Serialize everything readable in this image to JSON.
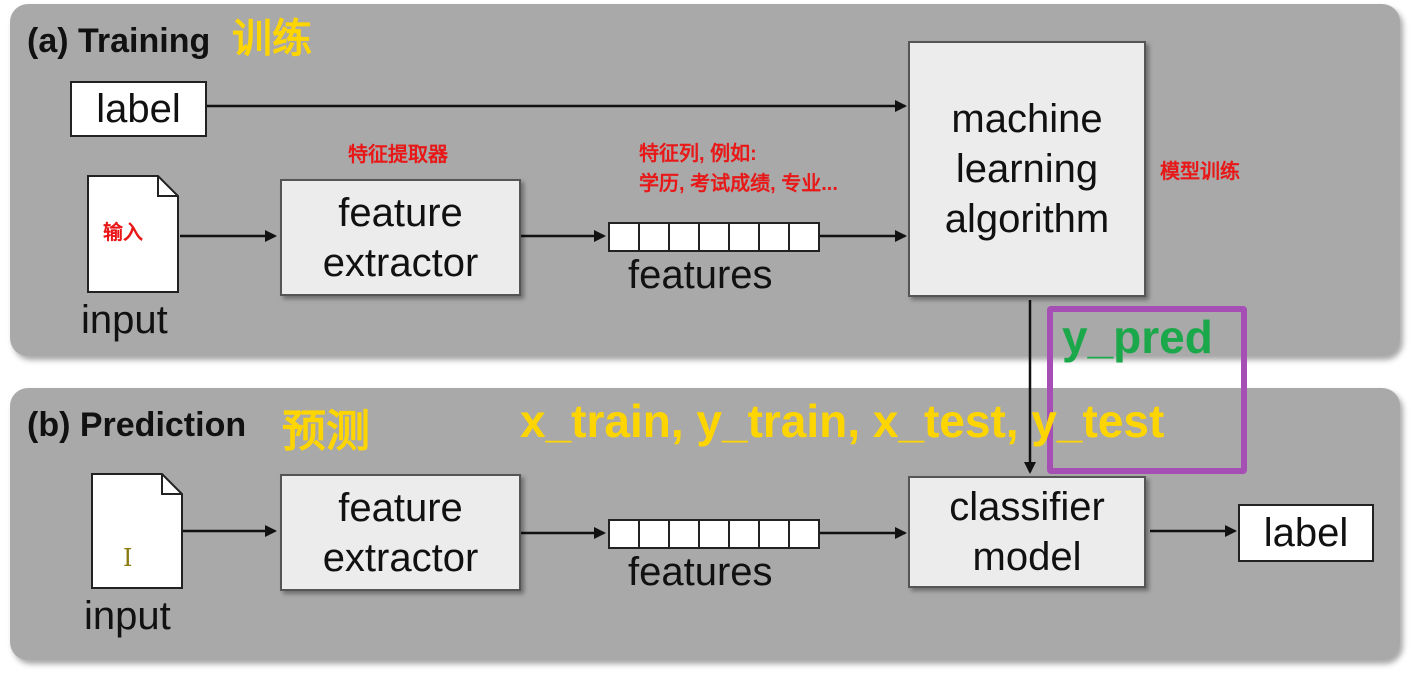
{
  "training": {
    "title": "(a) Training",
    "title_cn": "训练",
    "label": "label",
    "input_cn": "输入",
    "input": "input",
    "feature_extractor_cn": "特征提取器",
    "feature_extractor": "feature extractor",
    "features_cn_line1": "特征列, 例如:",
    "features_cn_line2": "学历, 考试成绩, 专业...",
    "features": "features",
    "ml_algorithm": "machine learning algorithm",
    "model_training_cn": "模型训练"
  },
  "prediction": {
    "title": "(b) Prediction",
    "title_cn": "预测",
    "input": "input",
    "cursor": "I",
    "feature_extractor": "feature extractor",
    "features": "features",
    "classifier": "classifier model",
    "label": "label"
  },
  "annotations": {
    "y_pred": "y_pred",
    "split_vars": "x_train, y_train, x_test, y_test"
  },
  "colors": {
    "panel": "#a9a9a9",
    "yellow_text": "#ffd500",
    "red_text": "#e81818",
    "green_text": "#1aa84a",
    "highlight_box": "#a54fb4"
  }
}
